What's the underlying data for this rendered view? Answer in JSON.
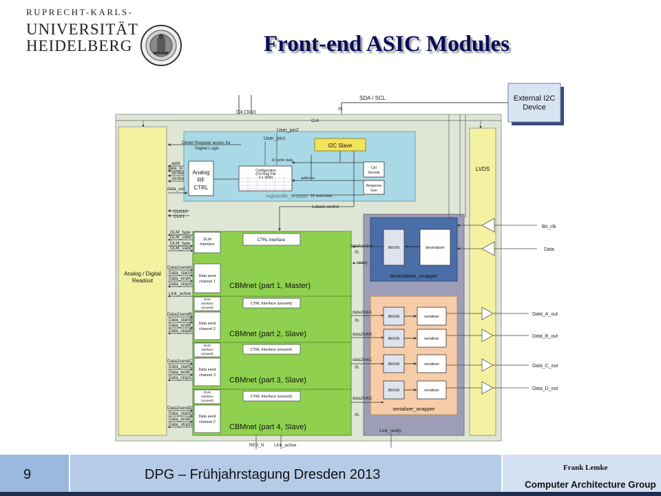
{
  "logo": {
    "line1": "RUPRECHT-KARLS-",
    "line2": "UNIVERSITÄT",
    "line3": "HEIDELBERG"
  },
  "title": "Front-end ASIC Modules",
  "diagram": {
    "external_i2c_line1": "External I2C",
    "external_i2c_line2": "Device",
    "sda_scl": "SDA / SCL",
    "clk": "Clk",
    "clk10": "Clk10",
    "clk_bus": "CLK",
    "fs": "/fs",
    "user_pin2": "User_pin2",
    "user_pin1": "User_pin1",
    "direct_reg_1": "Direkt Register acces for",
    "direct_reg_2": "Digital Logic",
    "i2c_slave": "I2C Slave",
    "analog_rf_1": "Analog",
    "analog_rf_2": "RF",
    "analog_rf_3": "CTRL",
    "config_1": "Configuration",
    "config_2": "(Ctrl Reg File",
    "config_3": "n x 16bit)",
    "write_data": "16 write data",
    "read_data": "16 read data",
    "address": "address",
    "ctrl_decode_1": "Ctrl",
    "ctrl_decode_2": "Decode",
    "response_gen_1": "Response",
    "response_gen_2": "Gen",
    "registerfile_wrapper": "registerfile_wrapper",
    "loopback": "Loback control",
    "addr": "addr",
    "data_in": "data_in",
    "strobe_a": "strobe",
    "strobe_b": "strobe",
    "data_out": "data_out",
    "clk10_sig": "CLK10",
    "clk1_sig": "CLK1",
    "analog_digital_1": "Analog / Digital",
    "analog_digital_2": "Readout",
    "lvds": "LVDS",
    "dlm_type_1": "DLM_type",
    "dlm_valid_1": "DLM_valid",
    "dlm_type_2": "DLM_type",
    "dlm_valid_2": "DLM_valid",
    "dlm_interface_1": "DLM",
    "dlm_interface_2": "Interface",
    "ctrl_interface": "CTRL Interface",
    "ctrl_interface_unused": "CTRL Interface (unused)",
    "dlm_unused_1": "DLM",
    "dlm_unused_2": "Interface",
    "dlm_unused_3": "(unused)",
    "data_send": "Data send",
    "ch1": "channel 1",
    "ch2": "channel 2",
    "ch3": "channel 3",
    "ch4": "channel 2",
    "cbm1": "CBMnet (part 1, Master)",
    "cbm2": "CBMnet (part 2, Slave)",
    "cbm3": "CBMnet (part 3, Slave)",
    "cbm4": "CBMnet (part 4, Slave)",
    "link_active_left": "Link_active",
    "d2s_a": "Data2sendA",
    "start_a": "Data_startA",
    "end_a": "Data_endA",
    "stop_a": "Data_stopA",
    "d2s_b": "Data2sendB",
    "start_b": "Data_startB",
    "end_b": "Data_endB",
    "stop_b": "Data_stopB",
    "d2s_c": "Data2sendC",
    "start_c": "Data_startC",
    "end_c": "Data_endC",
    "stop_c": "Data_stopC",
    "d2s_d": "Data2sendD",
    "start_d": "Data_startD",
    "end_d": "Data_endD",
    "stop_d": "Data_stopD",
    "datafromlink": "datafromlink",
    "ready": "ready",
    "d2l_a": "data2linkA",
    "d2l_b": "data2linkB",
    "d2l_c": "data2linkC",
    "d2l_d": "data2linkD",
    "enc": "8b/10b",
    "deserializer": "deserializer",
    "deserializer_wrapper": "deserializer_wrapper",
    "serializer": "serializer",
    "serializer_wrapper": "serializer_wrapper",
    "bit_clk": "Bit_clk",
    "data": "Data",
    "out_a": "Data_A_out",
    "out_b": "Data_B_out",
    "out_c": "Data_C_out",
    "out_d": "Data_D_out",
    "link_ready": "Link_ready",
    "res_n": "RES_N",
    "link_active": "Link_active"
  },
  "footer": {
    "slide_number": "9",
    "conference": "DPG – Frühjahrstagung Dresden 2013",
    "author": "Frank Lemke",
    "group": "Computer Architecture Group"
  },
  "colors": {
    "chip": "#dfe6d6",
    "green": "#8fd14f",
    "cyan": "#a9d9e6",
    "yellow": "#f3e35a",
    "lvds": "#f4f1a0",
    "deser": "#4a6ea8",
    "ser": "#f6cda8",
    "wrapper_grey": "#9d9db8",
    "footer_dark": "#1f2e4e"
  }
}
